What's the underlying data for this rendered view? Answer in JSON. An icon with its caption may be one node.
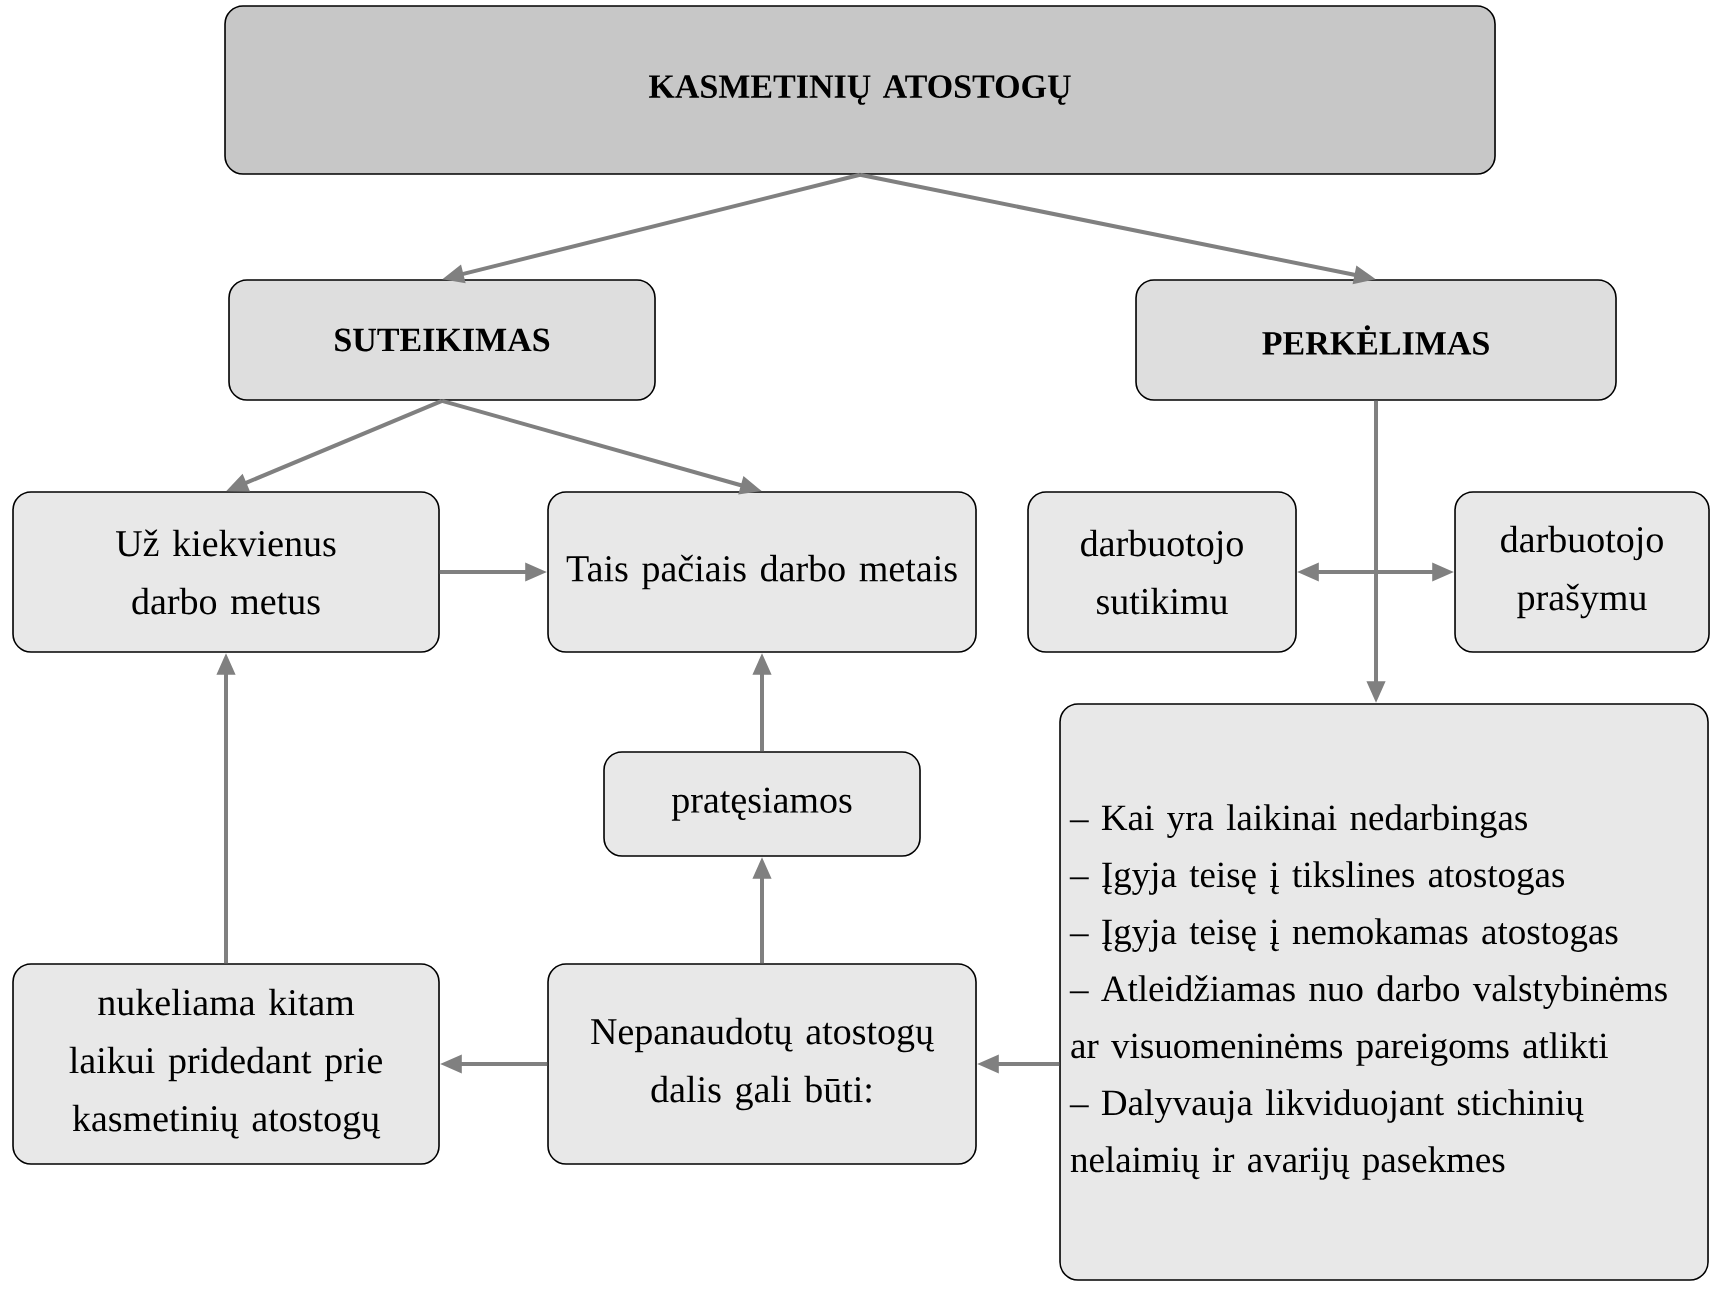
{
  "diagram": {
    "nodes": [
      {
        "text": [
          "KASMETINIŲ ATOSTOGŲ"
        ]
      },
      {
        "text": [
          "SUTEIKIMAS"
        ]
      },
      {
        "text": [
          "PERKĖLIMAS"
        ]
      },
      {
        "text": [
          "Už kiekvienus darbo metus"
        ]
      },
      {
        "text": [
          "Tais pačiais darbo metais"
        ]
      },
      {
        "text": [
          "darbuotojo sutikimu"
        ]
      },
      {
        "text": [
          "darbuotojo prašymu"
        ]
      },
      {
        "text": [
          "– Kai yra laikinai nedarbingas",
          "– Įgyja teisę į tikslines atostogas",
          "– Įgyja teisę į nemokamas atostogas",
          "– Atleidžiamas nuo darbo valstybinėms ar visuomeninėms pareigoms atlikti",
          "– Dalyvauja likviduojant stichinių nelaimių ir avarijų pasekmes"
        ]
      },
      {
        "text": [
          "pratęsiamos"
        ]
      },
      {
        "text": [
          "Nepanaudotų atostogų dalis gali būti:"
        ]
      },
      {
        "text": [
          "nukeliama kitam laikui pridedant prie kasmetinių atostogų"
        ]
      }
    ],
    "edges": [
      {
        "from": 0,
        "to": 1,
        "arrow": "to"
      },
      {
        "from": 0,
        "to": 2,
        "arrow": "to"
      },
      {
        "from": 1,
        "to": 3,
        "arrow": "to"
      },
      {
        "from": 1,
        "to": 4,
        "arrow": "to"
      },
      {
        "from": 3,
        "to": 4,
        "arrow": "to"
      },
      {
        "from": 2,
        "to": 7,
        "arrow": "to"
      },
      {
        "from": 5,
        "to": 6,
        "arrow": "both"
      },
      {
        "from": 7,
        "to": 9,
        "arrow": "to"
      },
      {
        "from": 9,
        "to": 10,
        "arrow": "to"
      },
      {
        "from": 9,
        "to": 8,
        "arrow": "to"
      },
      {
        "from": 8,
        "to": 4,
        "arrow": "to"
      },
      {
        "from": 10,
        "to": 3,
        "arrow": "to"
      }
    ]
  }
}
